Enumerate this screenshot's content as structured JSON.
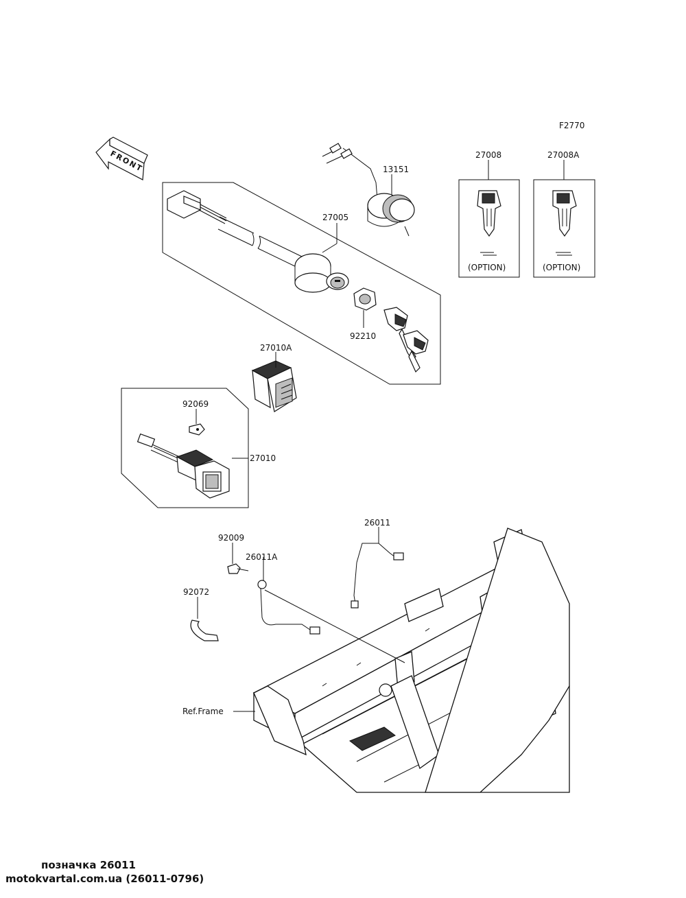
{
  "figure_code": "F2770",
  "front_label": "FRONT",
  "parts": {
    "p13151": "13151",
    "p27005": "27005",
    "p27008": "27008",
    "p27008A": "27008A",
    "p92210": "92210",
    "p27010A": "27010A",
    "p92069": "92069",
    "p27010": "27010",
    "p92009": "92009",
    "p26011A": "26011A",
    "p26011": "26011",
    "p92072": "92072"
  },
  "option_label": "(OPTION)",
  "ref_frame_label": "Ref.Frame",
  "footer": {
    "caption": "позначка 26011",
    "source": "motokvartal.com.ua (26011-0796)"
  }
}
